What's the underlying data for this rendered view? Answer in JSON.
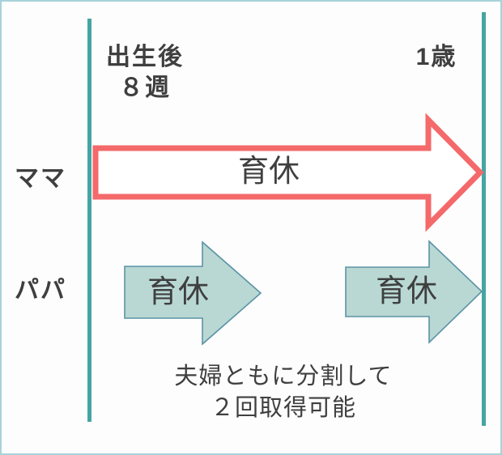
{
  "colors": {
    "border": "#a6d3da",
    "background": "#fdfdfd",
    "timeline": "#46a5a2",
    "mama-arrow": "#f4696a",
    "mama-arrow-fill": "#ffffff",
    "papa-arrow-fill": "#b9d8d3",
    "papa-arrow-border": "#5b93a6",
    "text": "#3f3f3f"
  },
  "timeline": {
    "start_label": "出生後\n８週",
    "end_label": "1歳"
  },
  "rows": {
    "mama": {
      "label": "ママ",
      "arrow_label": "育休"
    },
    "papa": {
      "label": "パパ",
      "arrow1_label": "育休",
      "arrow2_label": "育休"
    }
  },
  "caption": "夫婦ともに分割して\n２回取得可能"
}
